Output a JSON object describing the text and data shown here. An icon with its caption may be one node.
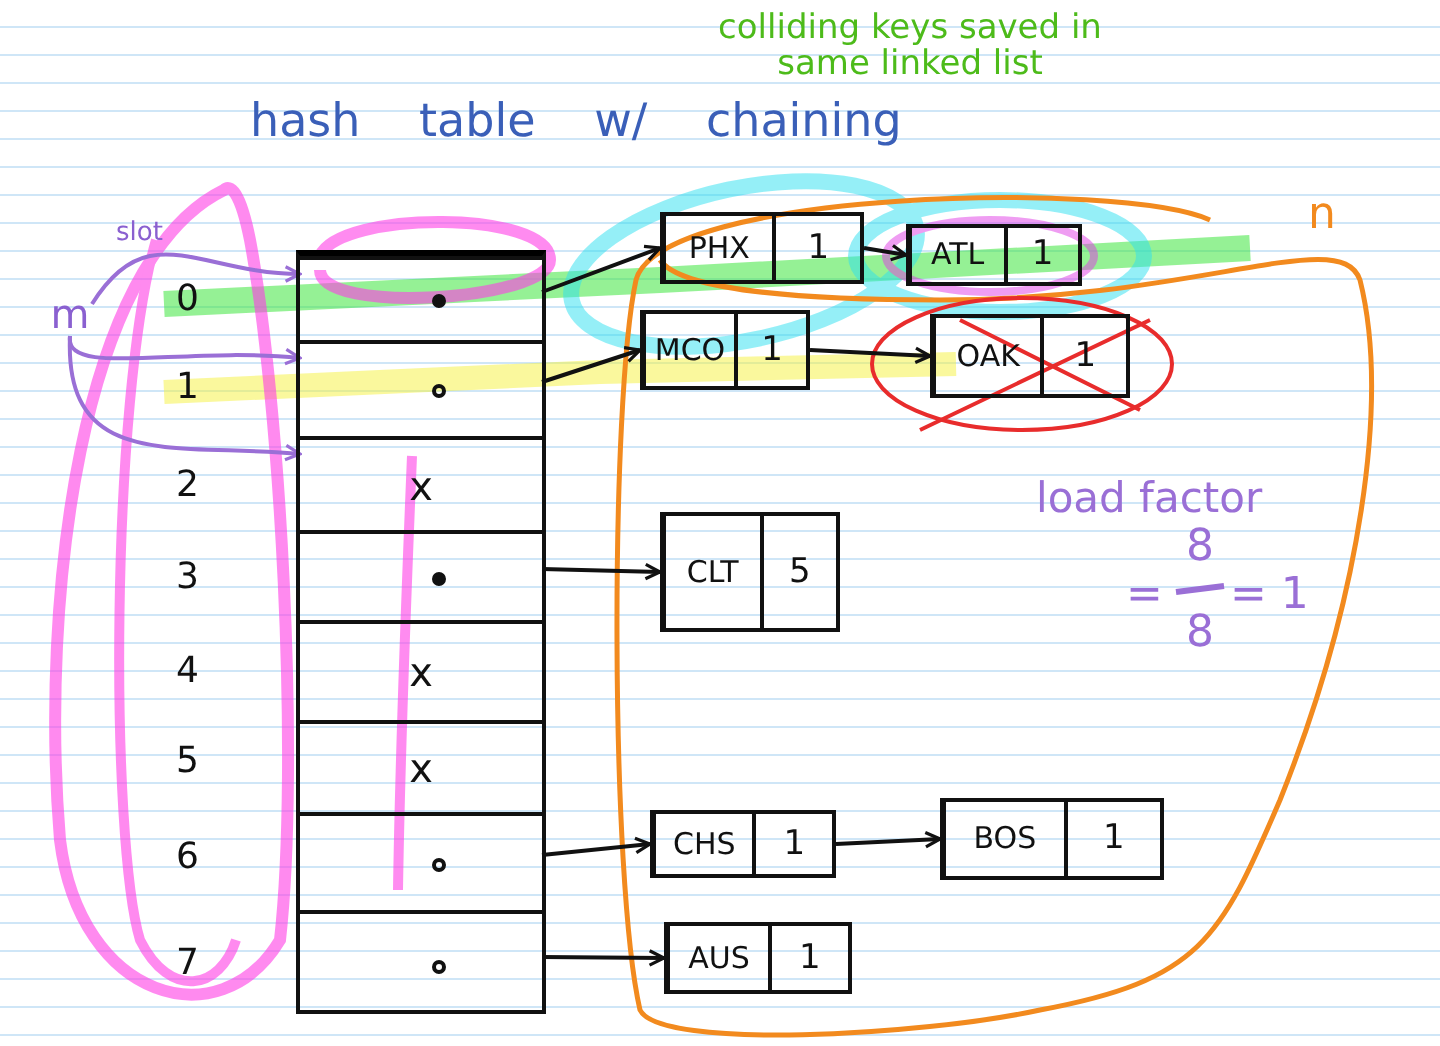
{
  "diagram": {
    "title": "hash table w/ chaining",
    "nodes": [
      {
        "text": [],
        "shape": "box"
      },
      {
        "text": [],
        "shape": "box",
        "in": 0
      },
      {
        "text": [],
        "shape": "box",
        "in": 0
      },
      {
        "text": [
          "x"
        ],
        "in": 0
      },
      {
        "text": [],
        "shape": "box",
        "in": 0
      },
      {
        "text": [
          "x"
        ],
        "in": 0
      },
      {
        "text": [
          "x"
        ],
        "in": 0
      },
      {
        "text": [],
        "shape": "box",
        "in": 0
      },
      {
        "text": [],
        "shape": "box",
        "in": 0
      },
      {
        "text": [
          "PHX",
          "1"
        ]
      },
      {
        "text": [
          "ATL",
          "1"
        ]
      },
      {
        "text": [
          "MCO",
          "1"
        ]
      },
      {
        "text": [
          "OAK",
          "1"
        ]
      },
      {
        "text": [
          "CLT",
          "5"
        ]
      },
      {
        "text": [
          "CHS",
          "1"
        ]
      },
      {
        "text": [
          "BOS",
          "1"
        ]
      },
      {
        "text": [
          "AUS",
          "1"
        ]
      },
      {
        "text": [
          "m"
        ]
      }
    ],
    "edges": [
      {
        "from": 1,
        "to": 9,
        "arrow": "to"
      },
      {
        "from": 9,
        "to": 10,
        "arrow": "to"
      },
      {
        "from": 2,
        "to": 11,
        "arrow": "to"
      },
      {
        "from": 11,
        "to": 12,
        "arrow": "to"
      },
      {
        "from": 4,
        "to": 13,
        "arrow": "to"
      },
      {
        "from": 7,
        "to": 14,
        "arrow": "to"
      },
      {
        "from": 14,
        "to": 15,
        "arrow": "to"
      },
      {
        "from": 8,
        "to": 16,
        "arrow": "to"
      },
      {
        "from": 17,
        "to": 1,
        "arrow": "to",
        "color": "#9a6fd6"
      },
      {
        "from": 17,
        "to": 2,
        "arrow": "to",
        "color": "#9a6fd6"
      },
      {
        "from": 17,
        "to": 3,
        "arrow": "to",
        "color": "#9a6fd6"
      }
    ],
    "labels": [
      "colliding keys saved in same linked list",
      "n",
      "slot",
      "0",
      "1",
      "2",
      "3",
      "4",
      "5",
      "6",
      "7",
      "load factor",
      "=",
      "8",
      "8",
      "= 1"
    ]
  }
}
